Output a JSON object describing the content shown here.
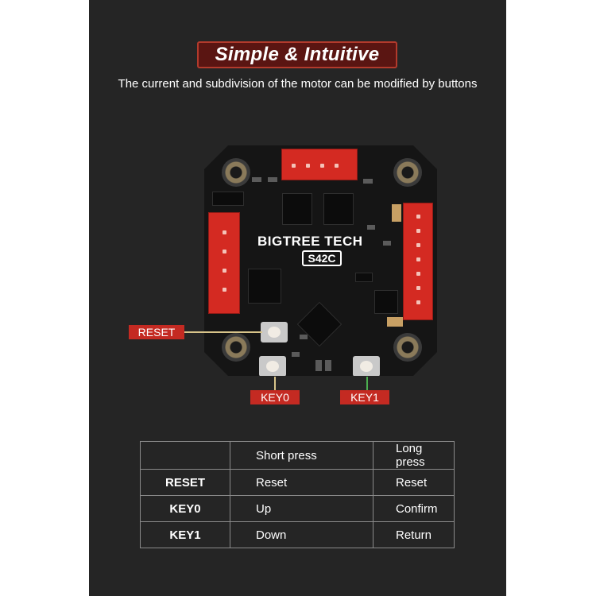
{
  "heading": {
    "title": "Simple & Intuitive",
    "subtitle": "The current and subdivision of the motor can be modified by buttons"
  },
  "board": {
    "brand": "BIGTREE TECH",
    "model": "S42C",
    "labels": {
      "reset": "RESET",
      "key0": "KEY0",
      "key1": "KEY1"
    }
  },
  "table": {
    "headers": [
      "",
      "Short press",
      "Long press"
    ],
    "rows": [
      [
        "RESET",
        "Reset",
        "Reset"
      ],
      [
        "KEY0",
        "Up",
        "Confirm"
      ],
      [
        "KEY1",
        "Down",
        "Return"
      ]
    ]
  },
  "colors": {
    "background": "#252525",
    "accent": "#c42a22",
    "key1_line": "#4caf50"
  }
}
